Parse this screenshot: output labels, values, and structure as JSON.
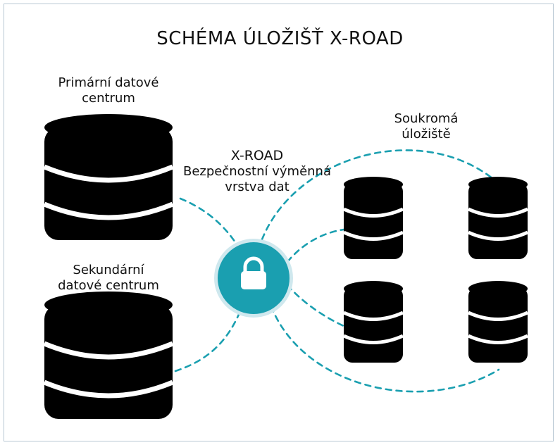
{
  "title": "SCHÉMA ÚLOŽIŠŤ X-ROAD",
  "primary_dc": {
    "line1": "Primární datové",
    "line2": "centrum"
  },
  "secondary_dc": {
    "line1": "Sekundární",
    "line2": "datové centrum"
  },
  "xroad": {
    "name": "X-ROAD",
    "line1": "Bezpečnostní výměnná",
    "line2": "vrstva dat"
  },
  "private_storage": {
    "line1": "Soukromá",
    "line2": "úložiště"
  },
  "icons": {
    "database": "database-icon",
    "lock": "lock-icon"
  },
  "colors": {
    "database": "#000000",
    "link": "#1a9fb0",
    "hub": "#1a9fb0",
    "hub_halo": "#cfe8ee",
    "frame": "#b8c7d3"
  }
}
